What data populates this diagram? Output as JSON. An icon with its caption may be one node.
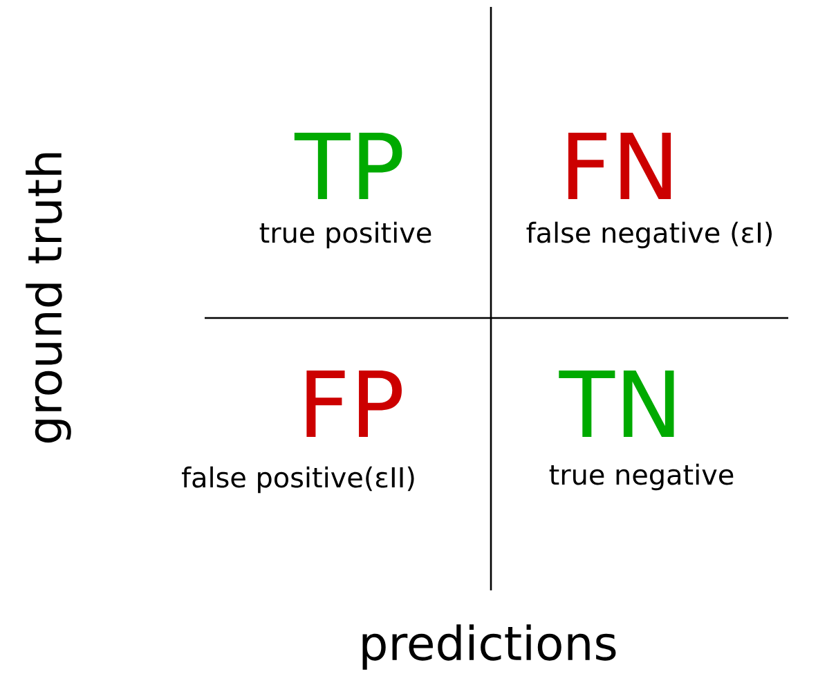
{
  "diagram": {
    "labels": [
      "ground truth",
      "TP",
      "FN",
      "true positive",
      "false negative (εI)",
      "FP",
      "TN",
      "false positive(εII)",
      "true negative",
      "predictions"
    ]
  }
}
